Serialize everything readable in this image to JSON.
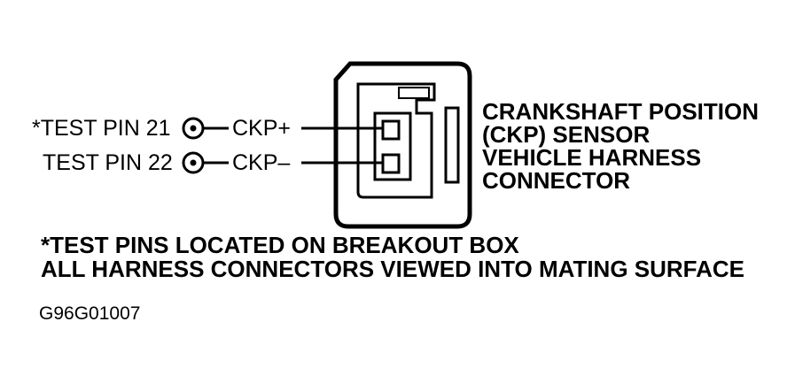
{
  "pins": [
    {
      "label": "*TEST PIN 21",
      "signal": "CKP+"
    },
    {
      "label": "TEST PIN 22",
      "signal": "CKP–"
    }
  ],
  "connector_label": [
    "CRANKSHAFT POSITION",
    "(CKP) SENSOR",
    "VEHICLE HARNESS",
    "CONNECTOR"
  ],
  "notes": [
    "*TEST PINS LOCATED ON BREAKOUT BOX",
    "ALL HARNESS CONNECTORS VIEWED INTO MATING SURFACE"
  ],
  "figure_code": "G96G01007",
  "colors": {
    "ink": "#000000",
    "background": "#ffffff"
  }
}
